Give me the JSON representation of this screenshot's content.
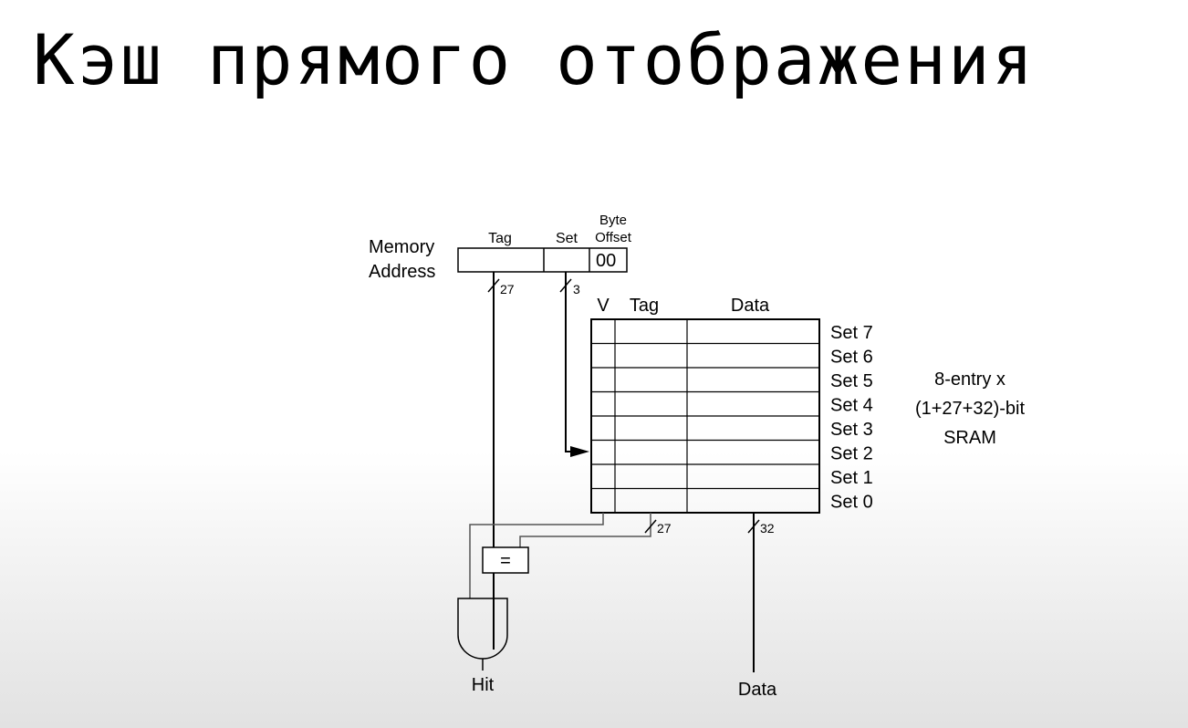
{
  "title": "Кэш прямого отображения",
  "diagram": {
    "memory_address": {
      "line1": "Memory",
      "line2": "Address"
    },
    "address_fields": {
      "tag": "Tag",
      "set": "Set",
      "byte_offset_line1": "Byte",
      "byte_offset_line2": "Offset",
      "offset_value": "00"
    },
    "bus_widths": {
      "tag_in": "27",
      "set_in": "3",
      "tag_out": "27",
      "data_out": "32"
    },
    "sram_columns": {
      "v": "V",
      "tag": "Tag",
      "data": "Data"
    },
    "sets": [
      "Set 7",
      "Set 6",
      "Set 5",
      "Set 4",
      "Set 3",
      "Set 2",
      "Set 1",
      "Set 0"
    ],
    "sram_description": [
      "8-entry x",
      "(1+27+32)-bit",
      "SRAM"
    ],
    "comparator_label": "=",
    "hit_label": "Hit",
    "data_output_label": "Data"
  }
}
